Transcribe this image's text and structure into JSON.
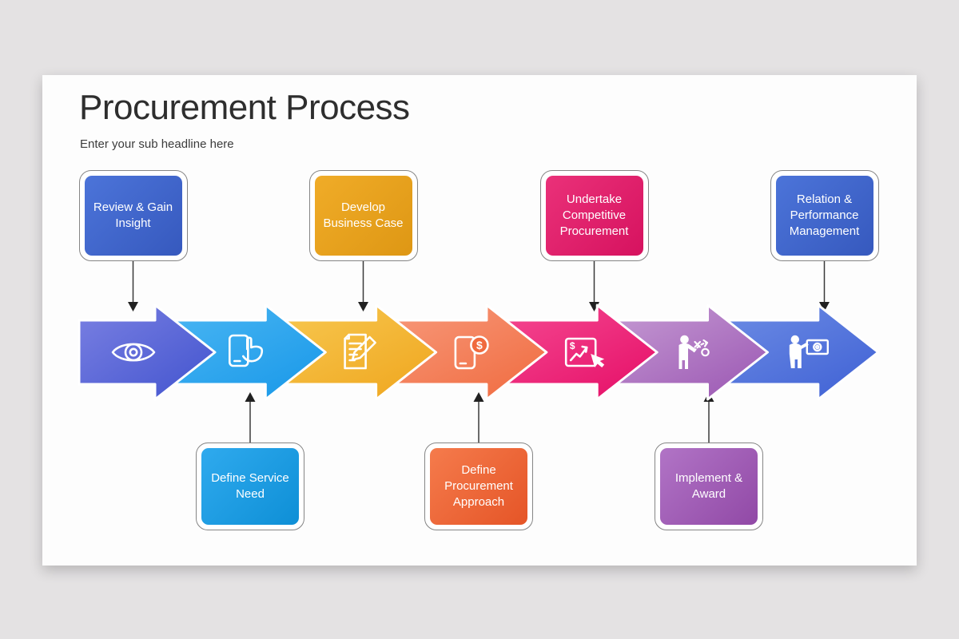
{
  "header": {
    "title": "Procurement Process",
    "subtitle": "Enter your sub headline here"
  },
  "process": {
    "steps": [
      {
        "label": "Review & Gain Insight",
        "row": "top",
        "icon": "eye-icon",
        "arrow_colors": [
          "#7a80e2",
          "#4153ce"
        ],
        "box_colors": [
          "#4c74d9",
          "#3659be"
        ]
      },
      {
        "label": "Define Service Need",
        "row": "bottom",
        "icon": "phone-tap-icon",
        "arrow_colors": [
          "#4fb9f4",
          "#1797e8"
        ],
        "box_colors": [
          "#2faaee",
          "#0e8fd6"
        ]
      },
      {
        "label": "Develop Business Case",
        "row": "top",
        "icon": "document-edit-icon",
        "arrow_colors": [
          "#f8cb55",
          "#efa51d"
        ],
        "box_colors": [
          "#f0ac28",
          "#de9714"
        ]
      },
      {
        "label": "Define Procurement Approach",
        "row": "bottom",
        "icon": "phone-dollar-icon",
        "arrow_colors": [
          "#f89d80",
          "#f06a3e"
        ],
        "box_colors": [
          "#f57b4c",
          "#e55527"
        ]
      },
      {
        "label": "Undertake Competitive Procurement",
        "row": "top",
        "icon": "tablet-analytics-icon",
        "arrow_colors": [
          "#f64e95",
          "#e50d66"
        ],
        "box_colors": [
          "#ea3179",
          "#d6125f"
        ]
      },
      {
        "label": "Implement & Award",
        "row": "bottom",
        "icon": "person-strategy-icon",
        "arrow_colors": [
          "#c9a1d6",
          "#9a55b2"
        ],
        "box_colors": [
          "#b174c6",
          "#9149a6"
        ]
      },
      {
        "label": "Relation & Performance Management",
        "row": "top",
        "icon": "person-presentation-icon",
        "arrow_colors": [
          "#7190e6",
          "#3e60d4"
        ],
        "box_colors": [
          "#4c74d9",
          "#3659be"
        ]
      }
    ]
  },
  "styles": {
    "page_background": "#e4e2e3",
    "slide_background": "#fdfdfd",
    "title_color": "#2e2e2e",
    "subtitle_color": "#3c3c3c",
    "connector_color": "#3a3a3a",
    "connector_arrow_color": "#212121",
    "arrow_outline": "#ffffff",
    "box_border": "#858585",
    "box_text_color": "#ffffff"
  }
}
